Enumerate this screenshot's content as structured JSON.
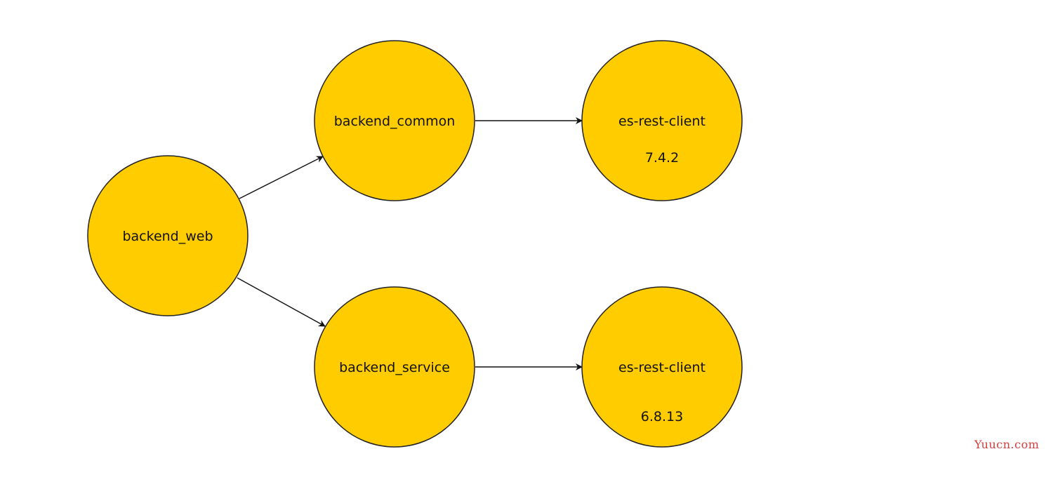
{
  "diagram": {
    "colors": {
      "node_fill": "#FFCC00",
      "node_stroke": "#222222",
      "edge": "#111111"
    },
    "nodes": {
      "backend_web": {
        "label": "backend_web"
      },
      "backend_common": {
        "label": "backend_common"
      },
      "backend_service": {
        "label": "backend_service"
      },
      "es_client_top": {
        "label": "es-rest-client",
        "version": "7.4.2"
      },
      "es_client_bottom": {
        "label": "es-rest-client",
        "version": "6.8.13"
      }
    },
    "edges": [
      {
        "from": "backend_web",
        "to": "backend_common"
      },
      {
        "from": "backend_web",
        "to": "backend_service"
      },
      {
        "from": "backend_common",
        "to": "es_client_top"
      },
      {
        "from": "backend_service",
        "to": "es_client_bottom"
      }
    ]
  },
  "watermark": {
    "text": "Yuucn.com",
    "color": "#D23C3C"
  }
}
